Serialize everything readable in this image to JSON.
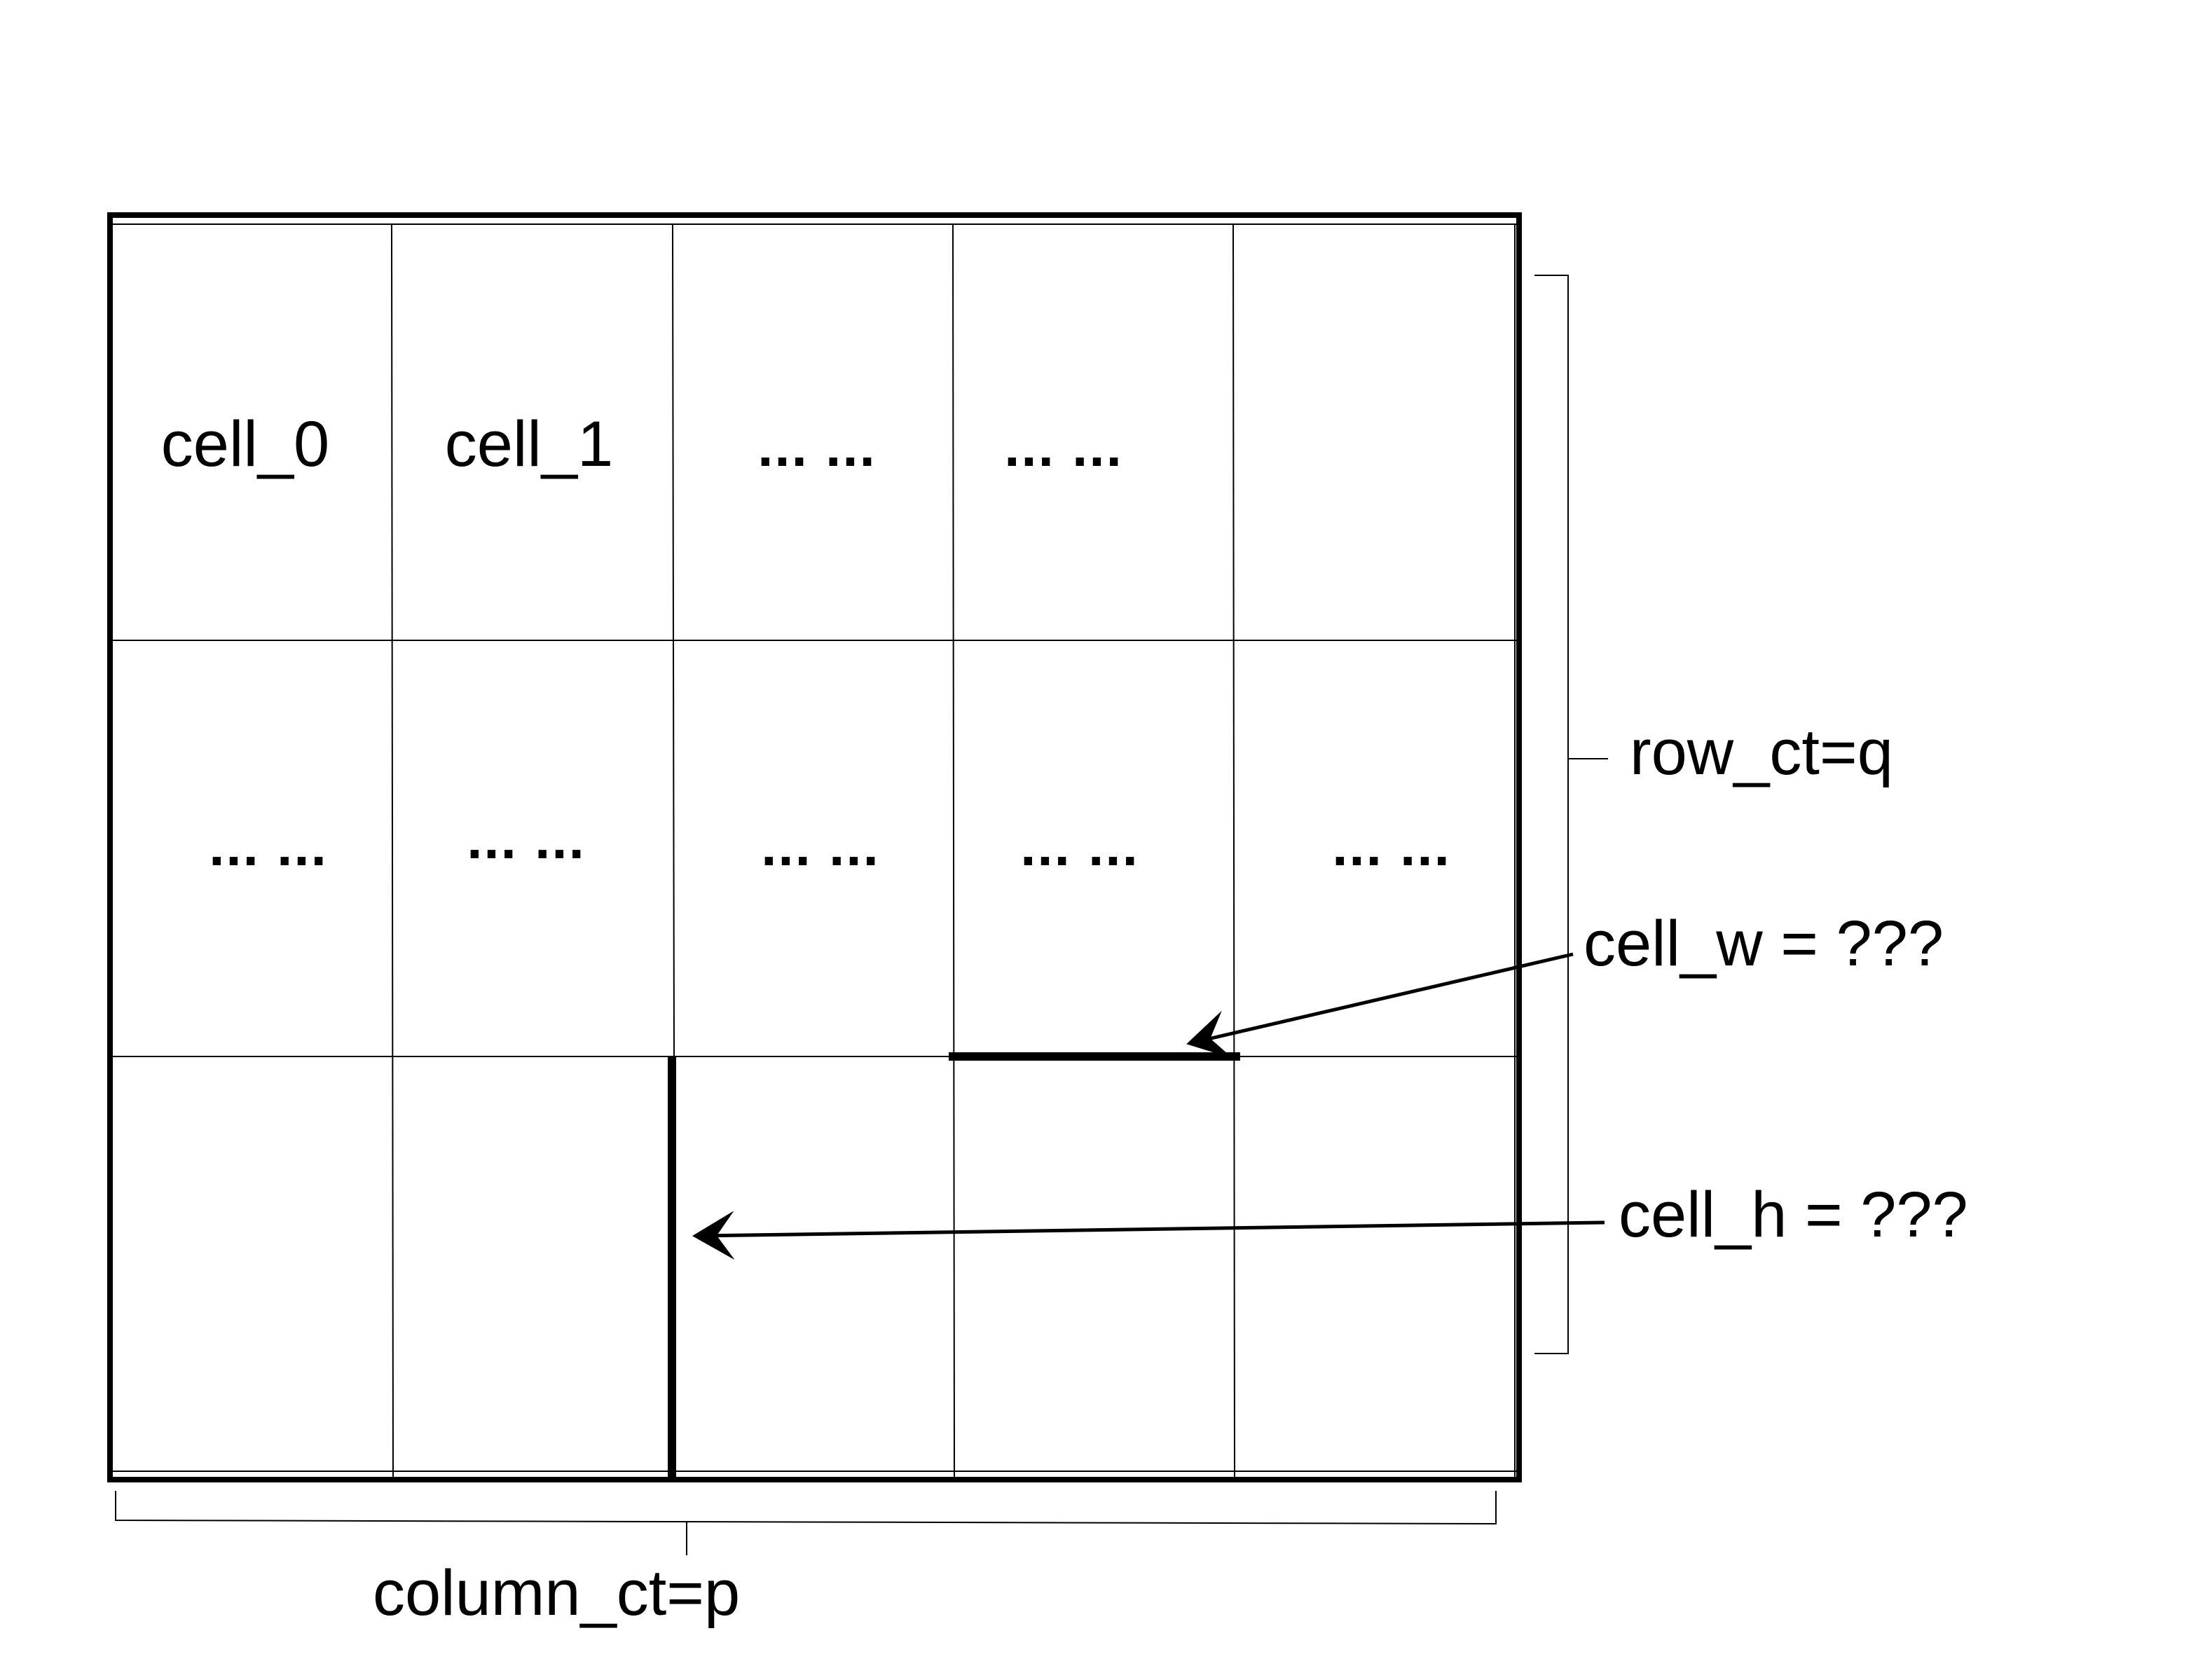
{
  "grid": {
    "columns": 5,
    "rows": 3,
    "cells": [
      [
        "cell_0",
        "cell_1",
        "... ...",
        "... ...",
        ""
      ],
      [
        "... ...",
        "... ...",
        "... ...",
        "... ...",
        "... ..."
      ],
      [
        "",
        "",
        "",
        "",
        ""
      ]
    ]
  },
  "annotations": {
    "row_count": "row_ct=q",
    "column_count": "column_ct=p",
    "cell_width": "cell_w = ???",
    "cell_height": "cell_h = ???"
  },
  "colors": {
    "line": "#000000",
    "background": "#ffffff"
  }
}
